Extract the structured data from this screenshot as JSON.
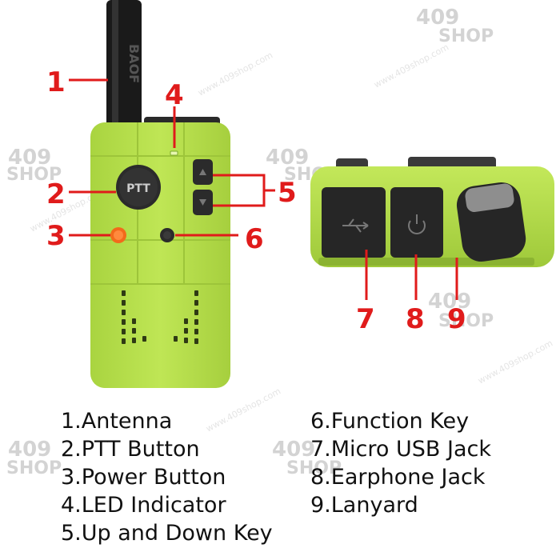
{
  "watermark": {
    "brand_top": "409",
    "brand_bottom": "SHOP",
    "site": "www.409shop.com"
  },
  "antenna_brand": "BAOF",
  "ptt_label": "PTT",
  "callouts": [
    "1",
    "2",
    "3",
    "4",
    "5",
    "6",
    "7",
    "8",
    "9"
  ],
  "legend": {
    "left": [
      "1.Antenna",
      "2.PTT Button",
      "3.Power Button",
      "4.LED Indicator",
      "5.Up and Down Key"
    ],
    "right": [
      "6.Function Key",
      "7.Micro USB Jack",
      "8.Earphone Jack",
      "9.Lanyard"
    ]
  },
  "colors": {
    "body": "#b6e04c",
    "body_shade": "#a3cc3c",
    "callout": "#e01b1b",
    "button_dark": "#2b2b2b",
    "power_led": "#f26a1b"
  },
  "icons": [
    "usb-icon",
    "power-icon",
    "up-arrow-icon",
    "down-arrow-icon"
  ]
}
